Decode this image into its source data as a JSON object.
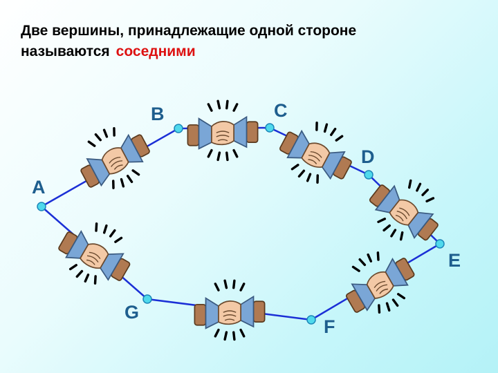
{
  "title": {
    "line1": "Две вершины, принадлежащие одной стороне",
    "line2_prefix": "называются",
    "line2_accent": "соседними"
  },
  "vertices": [
    {
      "label": "A"
    },
    {
      "label": "B"
    },
    {
      "label": "C"
    },
    {
      "label": "D"
    },
    {
      "label": "E"
    },
    {
      "label": "F"
    },
    {
      "label": "G"
    }
  ],
  "colors": {
    "edge": "#1b2fd6",
    "node_fill": "#4fd9ec",
    "node_stroke": "#1b86b8",
    "label": "#1e5e8e",
    "accent": "#dd1111",
    "cuff": "#7aa6d6",
    "sleeve": "#b07a52",
    "skin": "#f3c9a6"
  },
  "icons": {
    "handshake": "handshake-icon"
  }
}
